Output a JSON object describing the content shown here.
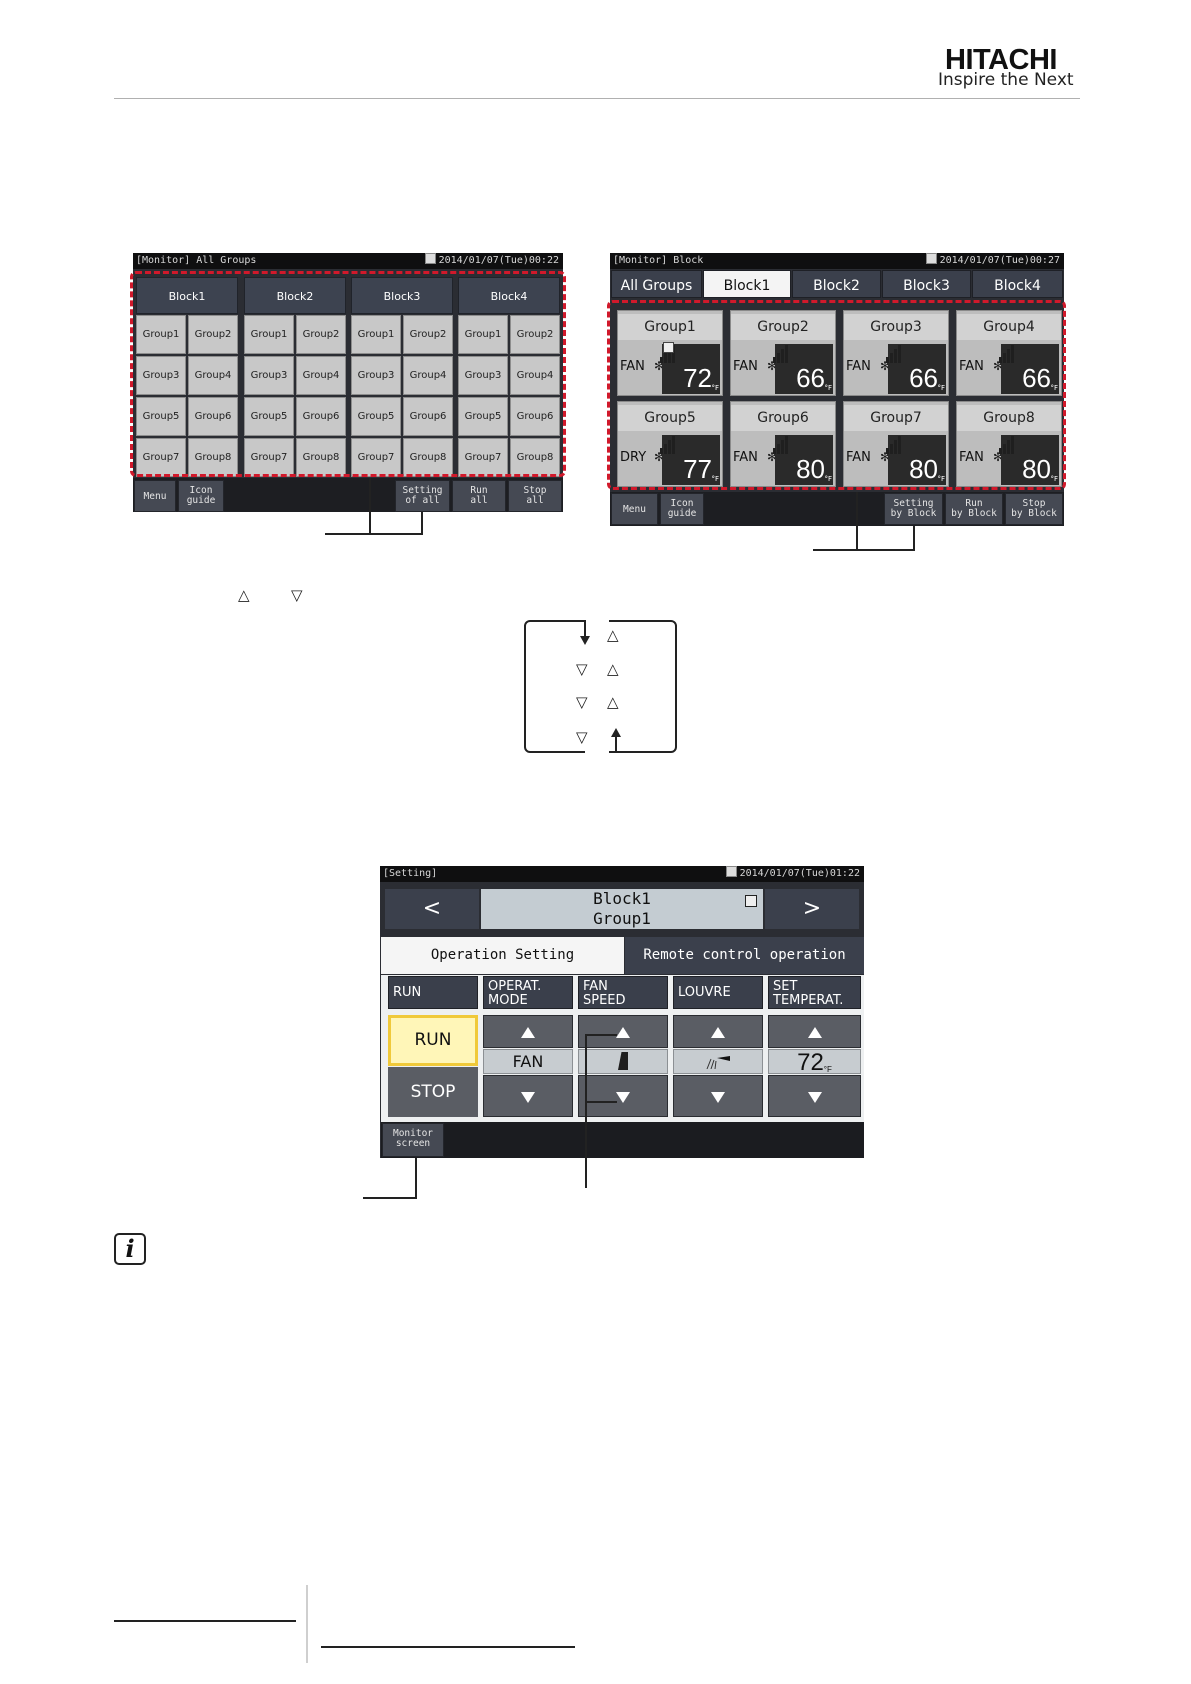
{
  "header": {
    "brand": "HITACHI",
    "tagline": "Inspire the Next"
  },
  "screen1": {
    "title": "[Monitor] All Groups",
    "datetime": "2014/01/07(Tue)00:22",
    "blocks": [
      "Block1",
      "Block2",
      "Block3",
      "Block4"
    ],
    "groups": [
      "Group1",
      "Group2",
      "Group3",
      "Group4",
      "Group5",
      "Group6",
      "Group7",
      "Group8"
    ],
    "buttons": {
      "menu": "Menu",
      "icon_guide_1": "Icon",
      "icon_guide_2": "guide",
      "setting_1": "Setting",
      "setting_2": "of all",
      "run_1": "Run",
      "run_2": "all",
      "stop_1": "Stop",
      "stop_2": "all"
    }
  },
  "screen2": {
    "title": "[Monitor] Block",
    "datetime": "2014/01/07(Tue)00:27",
    "tabs": [
      "All Groups",
      "Block1",
      "Block2",
      "Block3",
      "Block4"
    ],
    "selected_tab": "Block1",
    "tiles": [
      {
        "name": "Group1",
        "mode": "FAN",
        "temp": "72"
      },
      {
        "name": "Group2",
        "mode": "FAN",
        "temp": "66"
      },
      {
        "name": "Group3",
        "mode": "FAN",
        "temp": "66"
      },
      {
        "name": "Group4",
        "mode": "FAN",
        "temp": "66"
      },
      {
        "name": "Group5",
        "mode": "DRY",
        "temp": "77"
      },
      {
        "name": "Group6",
        "mode": "FAN",
        "temp": "80"
      },
      {
        "name": "Group7",
        "mode": "FAN",
        "temp": "80"
      },
      {
        "name": "Group8",
        "mode": "FAN",
        "temp": "80"
      }
    ],
    "degree_unit": "°F",
    "buttons": {
      "menu": "Menu",
      "icon_guide_1": "Icon",
      "icon_guide_2": "guide",
      "setting_1": "Setting",
      "setting_2": "by Block",
      "run_1": "Run",
      "run_2": "by Block",
      "stop_1": "Stop",
      "stop_2": "by Block"
    }
  },
  "screen3": {
    "title": "[Setting]",
    "datetime": "2014/01/07(Tue)01:22",
    "prev": "<",
    "next": ">",
    "header_line1": "Block1",
    "header_line2": "Group1",
    "tab_operation": "Operation Setting",
    "tab_remote": "Remote control operation",
    "col_run": "RUN",
    "col_mode_1": "OPERAT.",
    "col_mode_2": "MODE",
    "col_fan_1": "FAN",
    "col_fan_2": "SPEED",
    "col_louvre": "LOUVRE",
    "col_temp_1": "SET",
    "col_temp_2": "TEMPERAT.",
    "run_btn": "RUN",
    "stop_btn": "STOP",
    "mode_value": "FAN",
    "temp_value": "72",
    "degree_unit": "°F",
    "monitor_1": "Monitor",
    "monitor_2": "screen"
  },
  "flow": {
    "up_symbol": "△",
    "down_symbol": "▽"
  }
}
